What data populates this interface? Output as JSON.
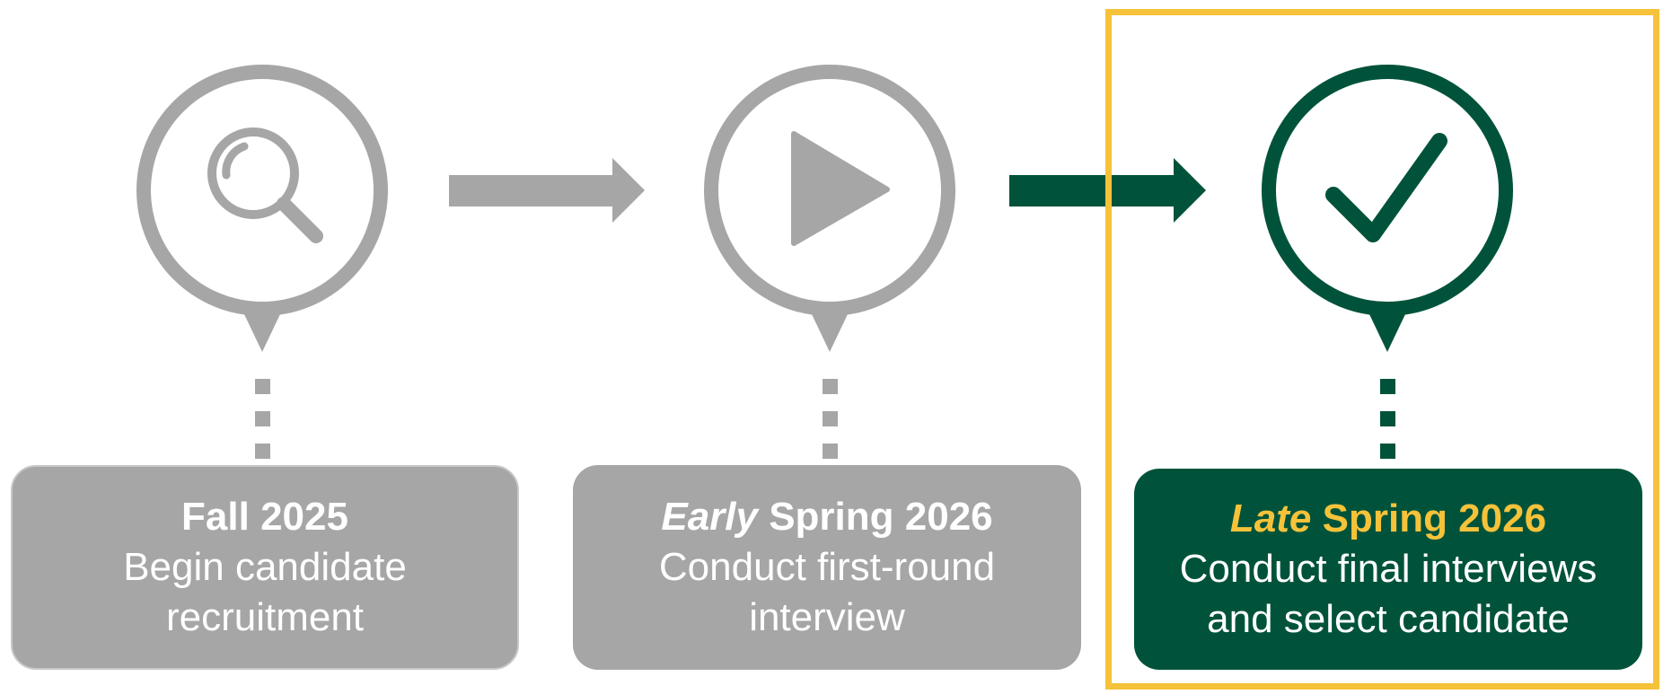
{
  "colors": {
    "inactive": "#a6a6a6",
    "active": "#00533a",
    "highlight": "#f5c23a",
    "text": "#ffffff"
  },
  "steps": [
    {
      "icon": "magnifier-icon",
      "when_prefix": "",
      "when_main": "Fall 2025",
      "what_line1": "Begin candidate",
      "what_line2": "recruitment",
      "state": "inactive"
    },
    {
      "icon": "play-icon",
      "when_prefix": "Early",
      "when_main": " Spring 2026",
      "what_line1": "Conduct first-round",
      "what_line2": "interview",
      "state": "inactive"
    },
    {
      "icon": "checkmark-icon",
      "when_prefix": "Late",
      "when_main": " Spring 2026",
      "what_line1": "Conduct final interviews",
      "what_line2": "and select candidate",
      "state": "active",
      "highlighted": true
    }
  ]
}
